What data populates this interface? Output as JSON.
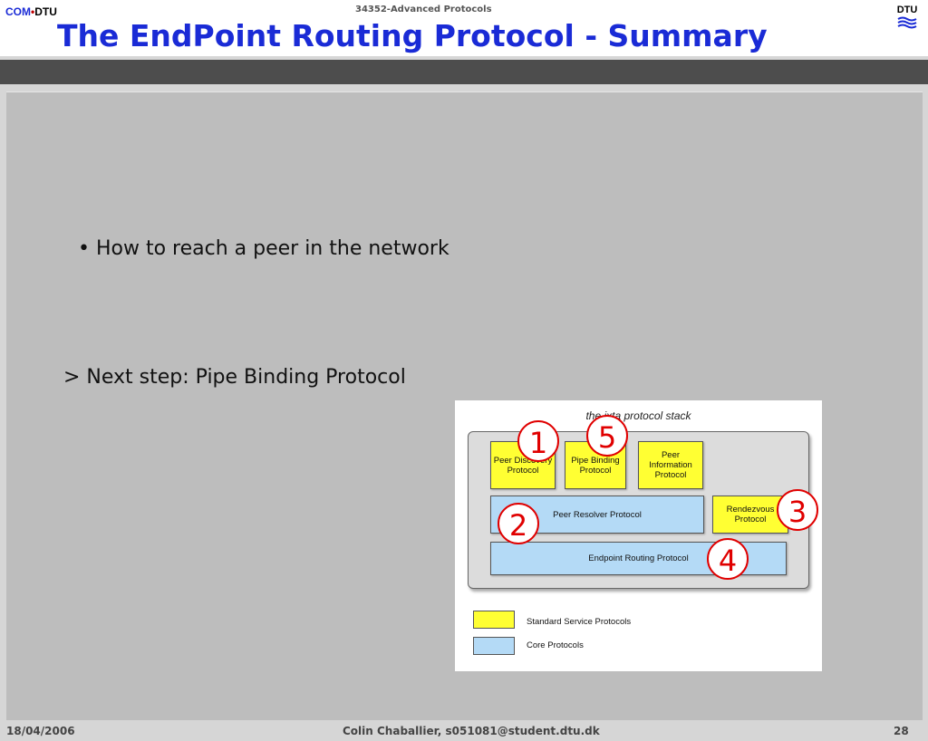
{
  "header": {
    "logo_com": "COM",
    "logo_dot": "•",
    "logo_dtu": "DTU",
    "course": "34352-Advanced Protocols",
    "title": "The EndPoint Routing Protocol - Summary",
    "logo_right": "DTU"
  },
  "content": {
    "bullet": "• How to reach a peer in the network",
    "next_step": "> Next step: Pipe Binding Protocol"
  },
  "figure": {
    "title": "the jxta protocol stack",
    "boxes": {
      "peer_discovery": "Peer Discovery Protocol",
      "pipe_binding": "Pipe Binding Protocol",
      "peer_information": "Peer Information Protocol",
      "peer_resolver": "Peer Resolver Protocol",
      "rendezvous": "Rendezvous Protocol",
      "endpoint_routing": "Endpoint Routing Protocol"
    },
    "markers": [
      "1",
      "2",
      "3",
      "4",
      "5"
    ],
    "legend": {
      "standard": "Standard Service Protocols",
      "core": "Core Protocols"
    },
    "colors": {
      "standard": "#ffff33",
      "core": "#b4daf6",
      "marker": "#e00000"
    }
  },
  "footer": {
    "date": "18/04/2006",
    "author": "Colin Chaballier, s051081@student.dtu.dk",
    "page": "28"
  }
}
